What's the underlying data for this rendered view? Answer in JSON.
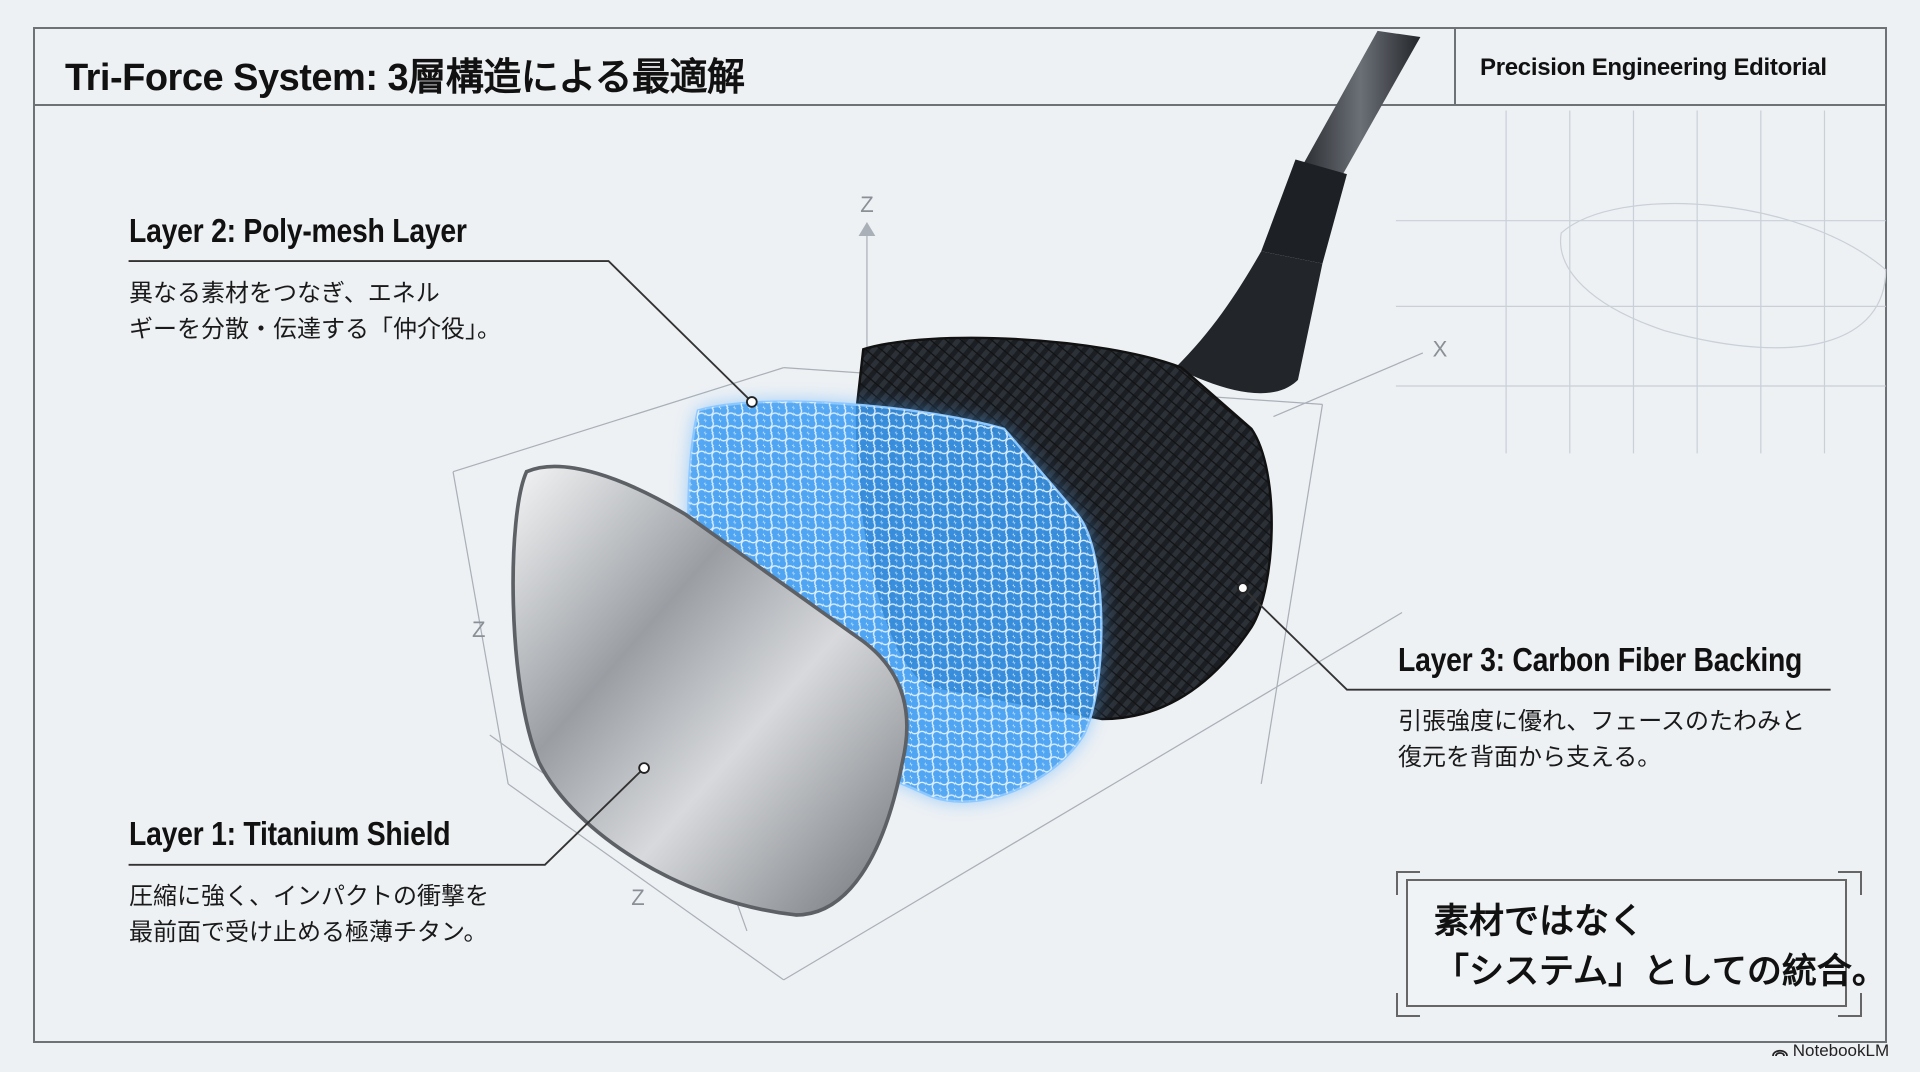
{
  "header": {
    "title": "Tri-Force System: 3層構造による最適解",
    "edition": "Precision Engineering Editorial"
  },
  "axes": {
    "z_top": "Z",
    "x_right": "X",
    "z_left": "Z",
    "z_bottom": "Z"
  },
  "layers": [
    {
      "title": "Layer 1: Titanium Shield",
      "desc": [
        "圧縮に強く、インパクトの衝撃を",
        "最前面で受け止める極薄チタン。"
      ]
    },
    {
      "title": "Layer 2: Poly-mesh Layer",
      "desc": [
        "異なる素材をつなぎ、エネル",
        "ギーを分散・伝達する「仲介役」。"
      ]
    },
    {
      "title": "Layer 3: Carbon Fiber Backing",
      "desc": [
        "引張強度に優れ、フェースのたわみと",
        "復元を背面から支える。"
      ]
    }
  ],
  "callout": {
    "lines": [
      "素材ではなく",
      "「システム」としての統合。"
    ]
  },
  "branding": {
    "label": "NotebookLM",
    "icon": "notebooklm-logo-icon"
  },
  "colors": {
    "mesh_blue": "#3a9af0",
    "carbon": "#1c1f24",
    "frame": "#6d7277"
  }
}
